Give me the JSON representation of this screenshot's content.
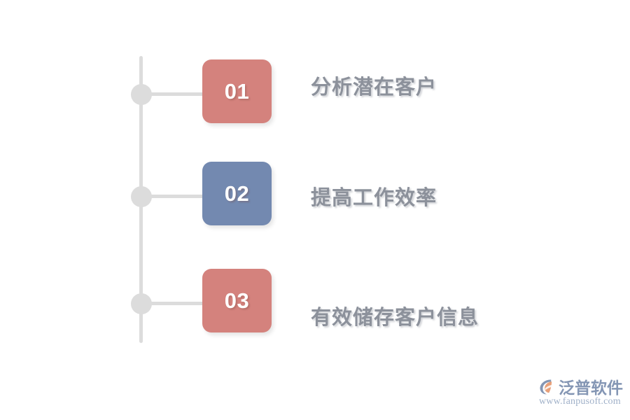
{
  "diagram": {
    "type": "vertical-timeline",
    "background_color": "#ffffff",
    "axis_color": "#dcdcdc",
    "title_color": "#8c919b",
    "steps": [
      {
        "number": "01",
        "title": "分析潜在客户",
        "badge_color": "#d4827d",
        "number_color": "#ffffff"
      },
      {
        "number": "02",
        "title": "提高工作效率",
        "badge_color": "#7389b0",
        "number_color": "#ffffff"
      },
      {
        "number": "03",
        "title": "有效储存客户信息",
        "badge_color": "#d4827d",
        "number_color": "#ffffff"
      }
    ]
  },
  "watermark": {
    "brand": "泛普软件",
    "url": "www.fanpusoft.com",
    "brand_color": "#8496b4",
    "url_color": "#9fb0c8",
    "mark_colors": {
      "arc": "#8496b4",
      "accent": "#e8a07a"
    }
  }
}
